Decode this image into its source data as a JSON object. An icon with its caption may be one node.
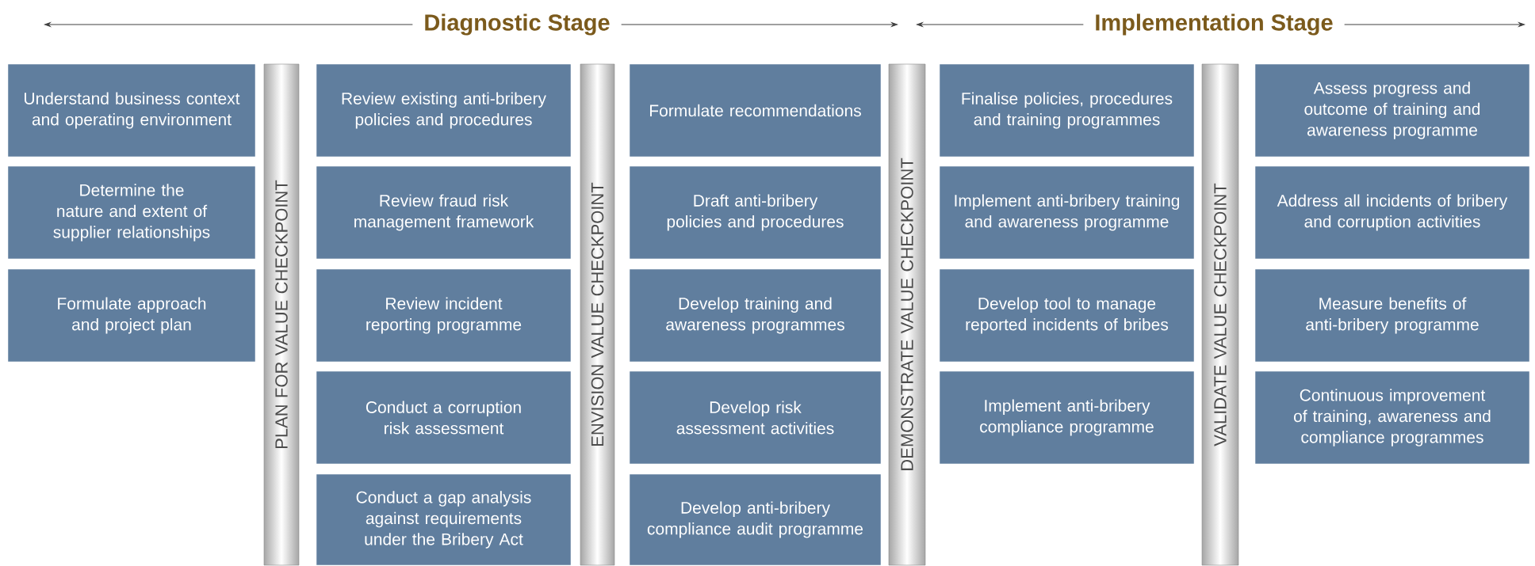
{
  "diagram": {
    "nodes": [
      {
        "text": [
          "Understand business context and operating environment"
        ]
      },
      {
        "text": [
          "Determine the nature and extent of supplier relationships"
        ]
      },
      {
        "text": [
          "Formulate approach and project plan"
        ]
      },
      {
        "text": [
          "PLAN FOR VALUE CHECKPOINT"
        ]
      },
      {
        "text": [
          "Review existing anti-bribery policies and procedures"
        ]
      },
      {
        "text": [
          "Review fraud risk management framework"
        ]
      },
      {
        "text": [
          "Review incident reporting programme"
        ]
      },
      {
        "text": [
          "Conduct a corruption risk assessment"
        ]
      },
      {
        "text": [
          "Conduct a gap analysis against requirements under the Bribery Act"
        ]
      },
      {
        "text": [
          "ENVISION VALUE CHECKPOINT"
        ]
      },
      {
        "text": [
          "Formulate recommendations"
        ]
      },
      {
        "text": [
          "Draft anti-bribery policies and procedures"
        ]
      },
      {
        "text": [
          "Develop training and awareness programmes"
        ]
      },
      {
        "text": [
          "Develop risk assessment activities"
        ]
      },
      {
        "text": [
          "Develop anti-bribery compliance audit programme"
        ]
      },
      {
        "text": [
          "DEMONSTRATE VALUE CHECKPOINT"
        ]
      },
      {
        "text": [
          "Finalise policies, procedures and training programmes"
        ]
      },
      {
        "text": [
          "Implement anti-bribery training and awareness programme"
        ]
      },
      {
        "text": [
          "Develop tool to manage reported incidents of bribes"
        ]
      },
      {
        "text": [
          "Implement anti-bribery compliance programme"
        ]
      },
      {
        "text": [
          "VALIDATE VALUE CHECKPOINT"
        ]
      },
      {
        "text": [
          "Assess progress and outcome of training and awareness programme"
        ]
      },
      {
        "text": [
          "Address all incidents of bribery and corruption activities"
        ]
      },
      {
        "text": [
          "Measure benefits of anti-bribery programme"
        ]
      },
      {
        "text": [
          "Continuous improvement of training, awareness and compliance programmes"
        ]
      }
    ],
    "labels": [
      "Diagnostic Stage",
      "Implementation Stage"
    ]
  }
}
